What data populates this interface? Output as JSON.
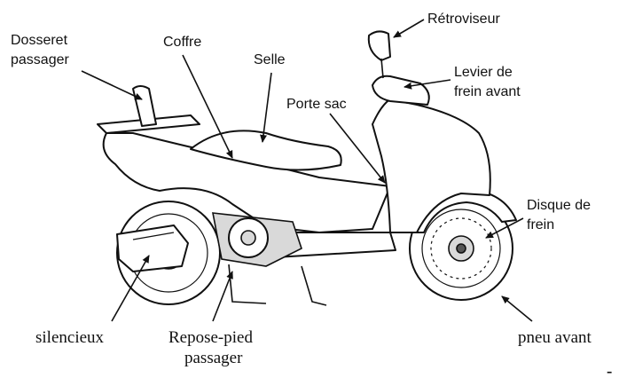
{
  "labels": {
    "dosseret_line1": "Dosseret",
    "dosseret_line2": "passager",
    "coffre": "Coffre",
    "selle": "Selle",
    "retroviseur": "Rétroviseur",
    "levier_line1": "Levier de",
    "levier_line2": "frein avant",
    "porte_sac": "Porte sac",
    "disque_line1": "Disque de",
    "disque_line2": "frein",
    "silencieux": "silencieux",
    "repose_line1": "Repose-pied",
    "repose_line2": "passager",
    "pneu_avant": "pneu avant",
    "corner_mark": "-"
  }
}
